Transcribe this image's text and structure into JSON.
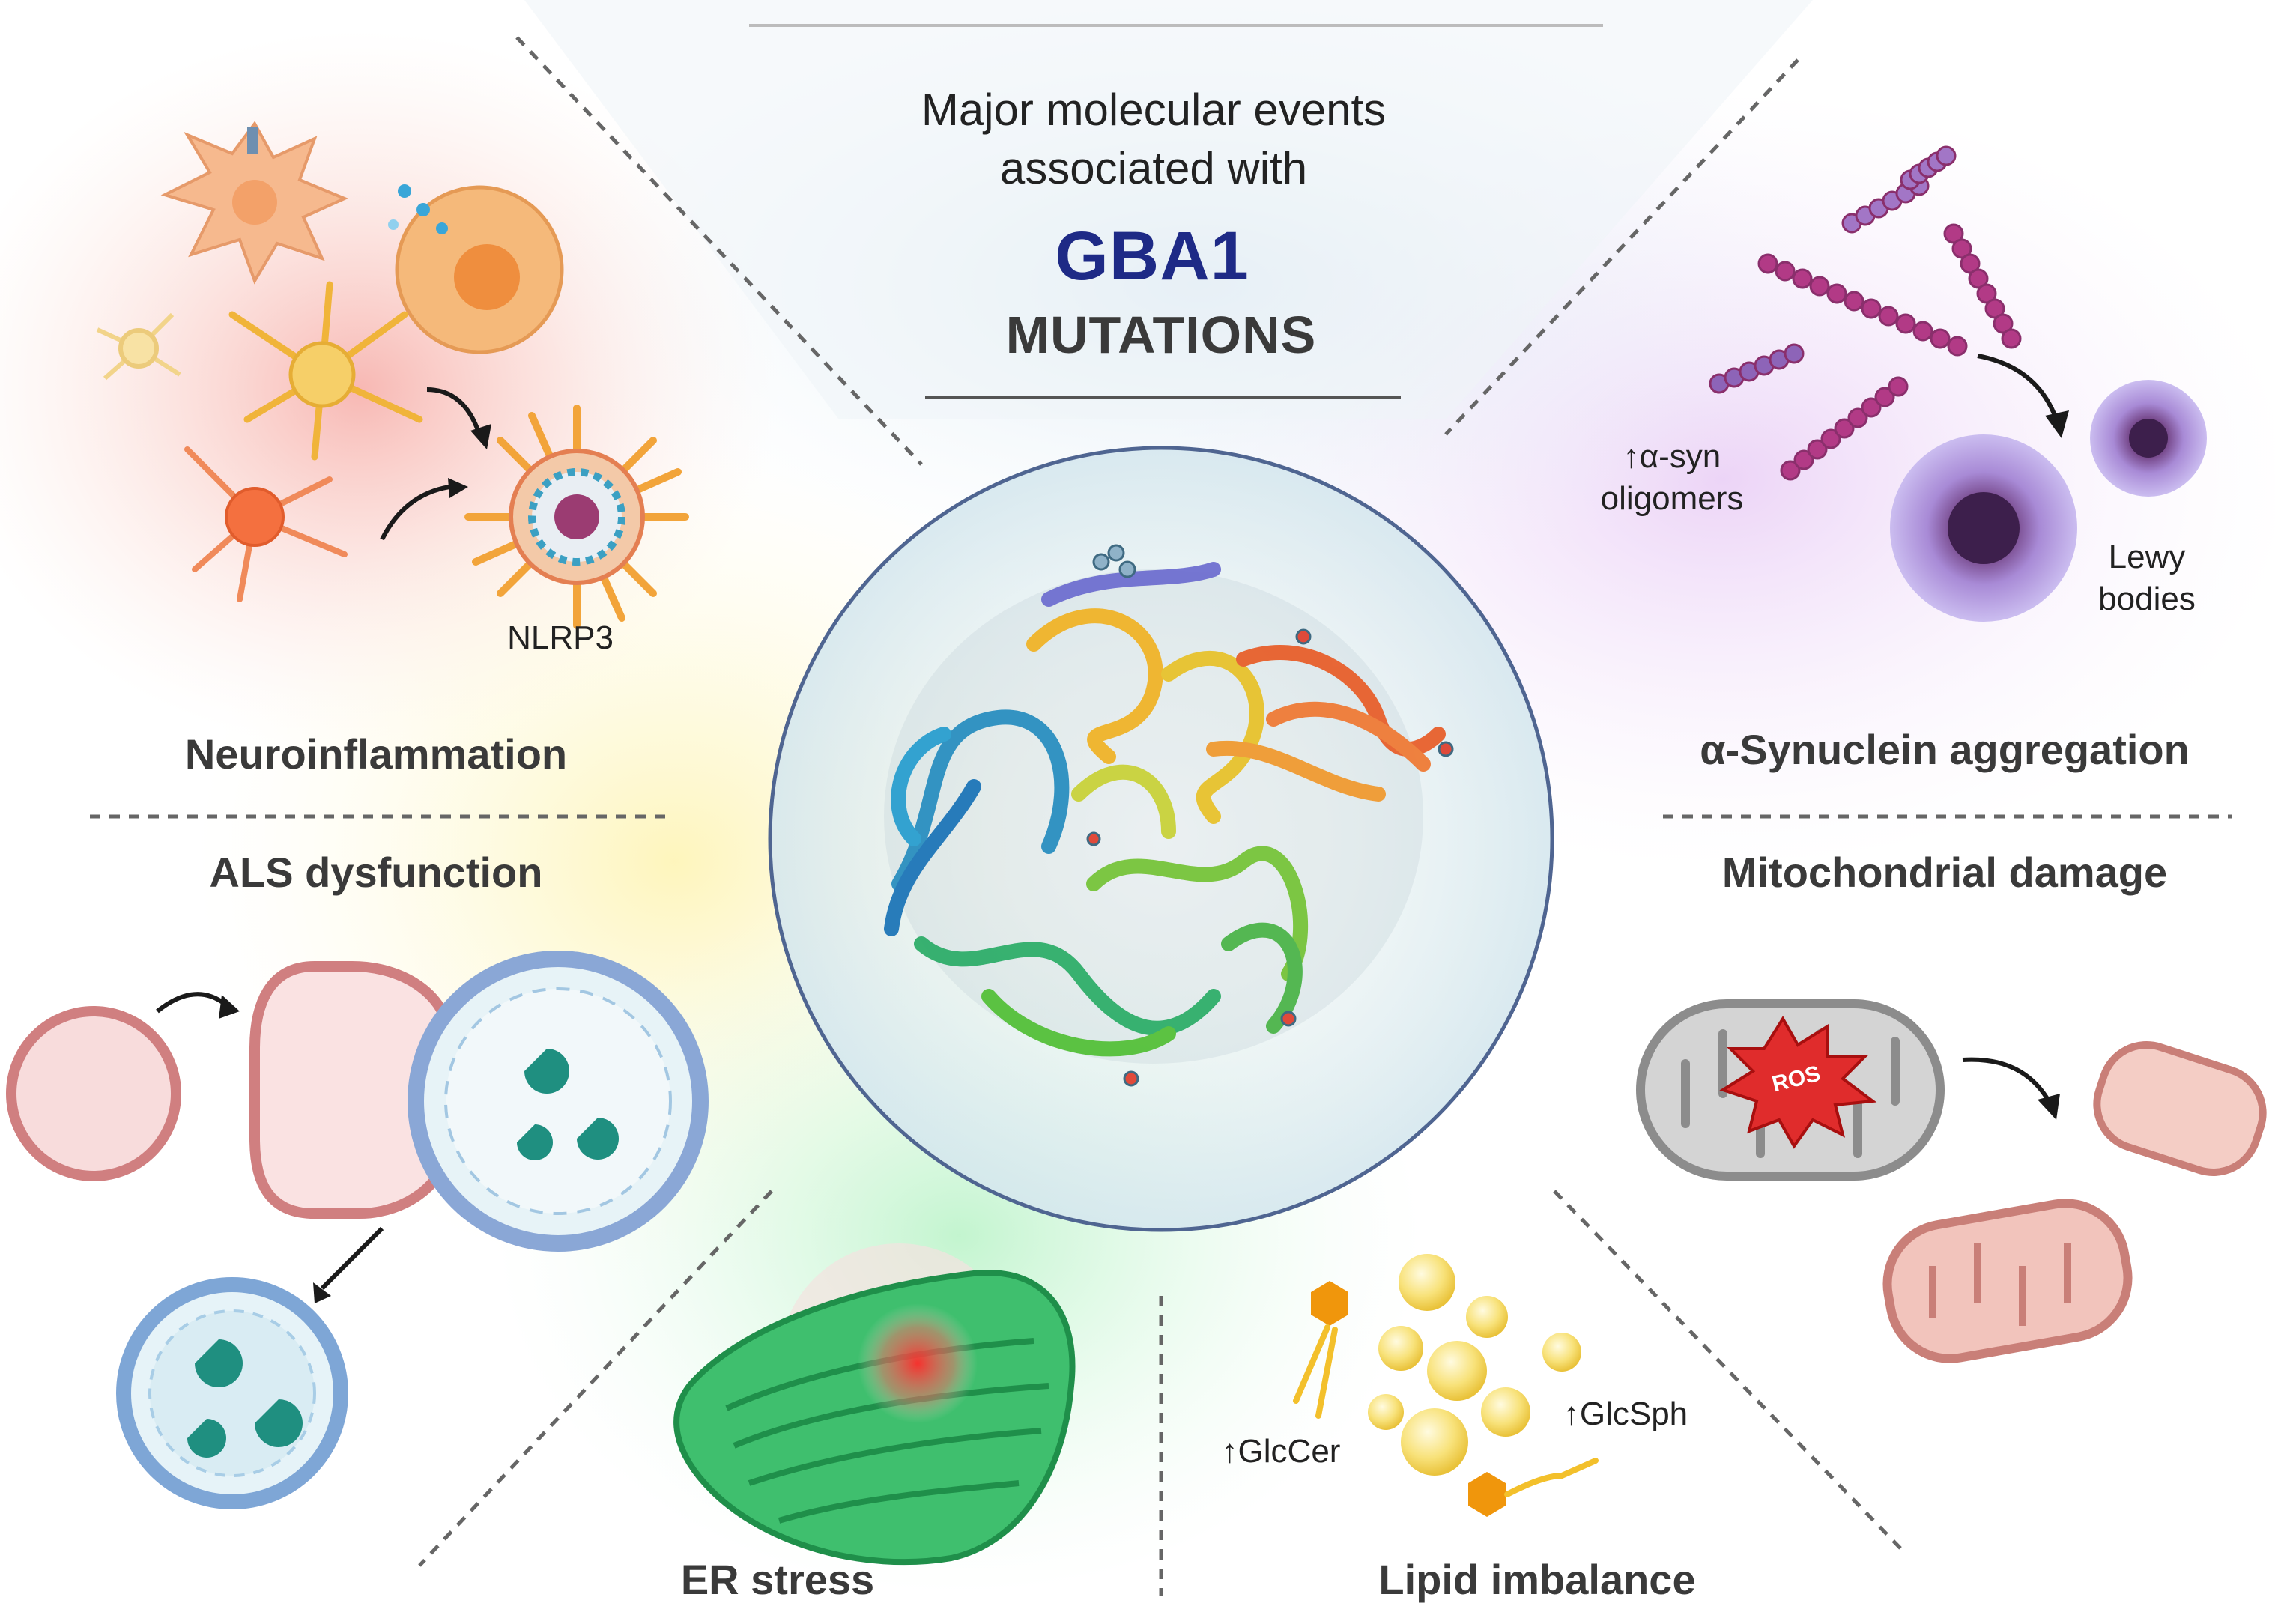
{
  "header": {
    "line1": "Major molecular events",
    "line2": "associated with",
    "gene": "GBA1",
    "mutations": "MUTATIONS"
  },
  "sections": {
    "neuroinflammation": "Neuroinflammation",
    "als": "ALS dysfunction",
    "synuclein": "α-Synuclein aggregation",
    "mito": "Mitochondrial damage",
    "er": "ER stress",
    "lipid": "Lipid imbalance"
  },
  "labels": {
    "nlrp3": "NLRP3",
    "oligomers_line1": "↑α-syn",
    "oligomers_line2": "oligomers",
    "lewy_line1": "Lewy",
    "lewy_line2": "bodies",
    "ros": "ROS",
    "glccer": "↑GlcCer",
    "glcsph": "↑GlcSph"
  },
  "colors": {
    "gene_blue": "#1e2a86",
    "section_text": "#3a3a3a",
    "neuro_glow": "#f7b7b0",
    "synuclein_glow": "#e4c4f2",
    "als_glow": "#fdf3b8",
    "er_glow": "#b7f0c6",
    "center_glow": "#d7e3ea"
  },
  "icons": [
    "microglia-icon",
    "macrophage-icon",
    "astrocyte-icon",
    "neuron-icon",
    "nlrp3-inflammasome-icon",
    "alpha-synuclein-chain-icon",
    "lewy-body-icon",
    "gba1-protein-structure-icon",
    "autophagosome-icon",
    "lysosome-icon",
    "mitochondrion-icon",
    "damaged-mitochondrion-icon",
    "endoplasmic-reticulum-icon",
    "glucosylceramide-icon",
    "glucosylsphingosine-icon",
    "lipid-droplet-icon"
  ]
}
